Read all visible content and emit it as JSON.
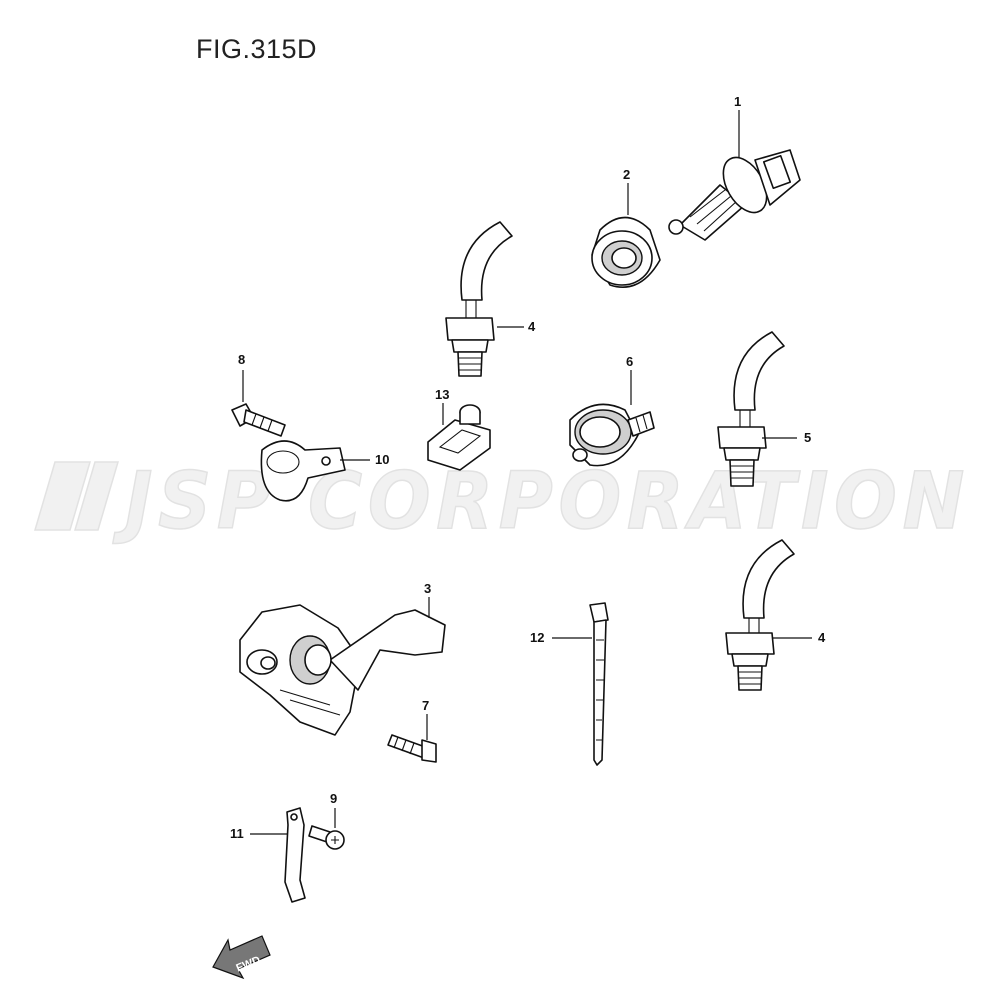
{
  "figure": {
    "title": "FIG.315D"
  },
  "watermark": {
    "text": "JSP CORPORATION"
  },
  "callouts": {
    "c1": "1",
    "c2": "2",
    "c3": "3",
    "c4a": "4",
    "c4b": "4",
    "c5": "5",
    "c6": "6",
    "c7": "7",
    "c8": "8",
    "c9": "9",
    "c10": "10",
    "c11": "11",
    "c12": "12",
    "c13": "13"
  },
  "direction_arrow": {
    "label": "FWD"
  }
}
